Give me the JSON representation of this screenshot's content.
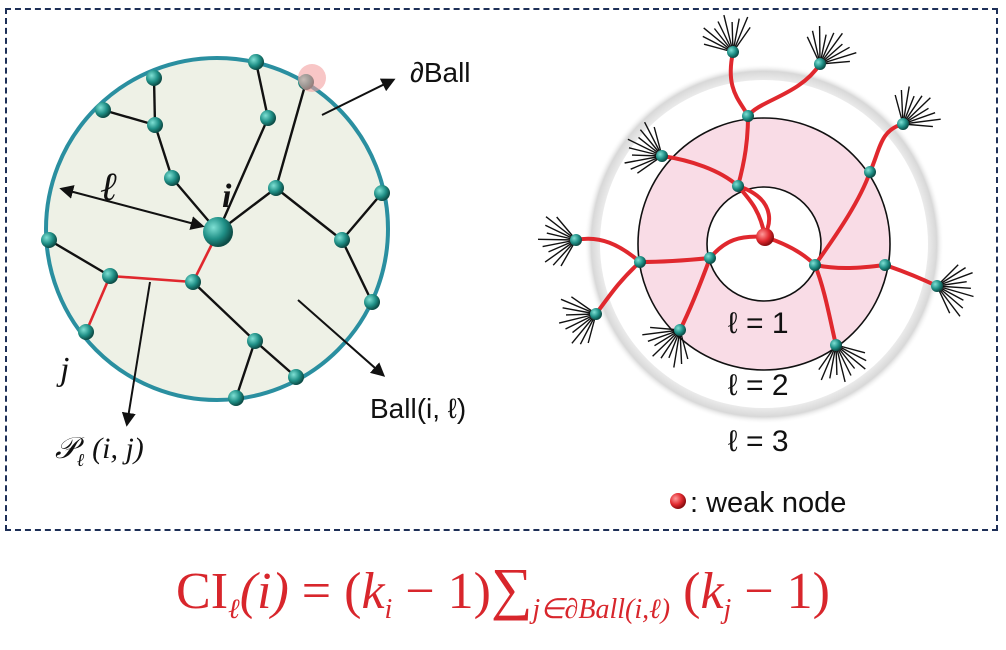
{
  "left_diagram": {
    "boundary_label": "∂Ball",
    "center_node_label": "i",
    "radius_label": "ℓ",
    "node_j_label": "j",
    "path_label_script": "𝒫",
    "path_label_sub": "ℓ",
    "path_label_rest": "(i, j)",
    "ball_label": "Ball(i, ℓ)"
  },
  "right_diagram": {
    "ring_labels": [
      "ℓ = 1",
      "ℓ = 2",
      "ℓ = 3"
    ],
    "legend_text": ": weak node"
  },
  "formula": {
    "ci": "CI",
    "ci_sub": "ℓ",
    "ci_arg": "(i)",
    "eq": " = ",
    "factor_open": "(",
    "k_i": "k",
    "k_i_sub": "i",
    "factor_close": " − 1)",
    "sum": "∑",
    "sum_sub": "j∈∂Ball(i,ℓ)",
    "k_j_open": " (",
    "k_j": "k",
    "k_j_sub": "j",
    "k_j_close": " − 1)"
  },
  "colors": {
    "frame": "#1d2f57",
    "node": "#1f8f86",
    "red": "#e0282e",
    "ball_fill": "#eef1e6",
    "ball_edge": "#2a8fa0",
    "ring_fill": "#f9dce6"
  }
}
